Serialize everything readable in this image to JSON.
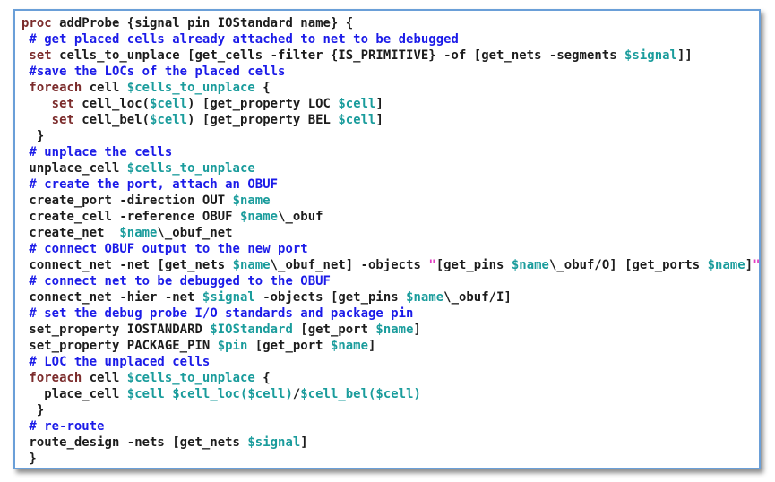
{
  "colors": {
    "keyword": "#7b2b2b",
    "comment": "#1b1be8",
    "variable": "#1a9c9c",
    "string": "#e23ec2",
    "text": "#1c1c1c",
    "border": "#6a9fd8"
  },
  "code": {
    "lines": [
      [
        {
          "t": "kw",
          "v": "proc"
        },
        {
          "t": "plain",
          "v": " addProbe {signal pin IOStandard name} {"
        }
      ],
      [
        {
          "t": "cm",
          "v": " # get placed cells already attached to net to be debugged"
        }
      ],
      [
        {
          "t": "kw",
          "v": " set"
        },
        {
          "t": "plain",
          "v": " cells_to_unplace [get_cells -filter {IS_PRIMITIVE} -of [get_nets -segments "
        },
        {
          "t": "var",
          "v": "$signal"
        },
        {
          "t": "plain",
          "v": "]]"
        }
      ],
      [
        {
          "t": "cm",
          "v": " #save the LOCs of the placed cells"
        }
      ],
      [
        {
          "t": "kw",
          "v": " foreach"
        },
        {
          "t": "plain",
          "v": " cell "
        },
        {
          "t": "var",
          "v": "$cells_to_unplace"
        },
        {
          "t": "plain",
          "v": " {"
        }
      ],
      [
        {
          "t": "kw",
          "v": "    set"
        },
        {
          "t": "plain",
          "v": " cell_loc("
        },
        {
          "t": "var",
          "v": "$cell"
        },
        {
          "t": "plain",
          "v": ") [get_property LOC "
        },
        {
          "t": "var",
          "v": "$cell"
        },
        {
          "t": "plain",
          "v": "]"
        }
      ],
      [
        {
          "t": "kw",
          "v": "    set"
        },
        {
          "t": "plain",
          "v": " cell_bel("
        },
        {
          "t": "var",
          "v": "$cell"
        },
        {
          "t": "plain",
          "v": ") [get_property BEL "
        },
        {
          "t": "var",
          "v": "$cell"
        },
        {
          "t": "plain",
          "v": "]"
        }
      ],
      [
        {
          "t": "plain",
          "v": "  }"
        }
      ],
      [
        {
          "t": "cm",
          "v": " # unplace the cells"
        }
      ],
      [
        {
          "t": "plain",
          "v": " unplace_cell "
        },
        {
          "t": "var",
          "v": "$cells_to_unplace"
        }
      ],
      [
        {
          "t": "cm",
          "v": " # create the port, attach an OBUF"
        }
      ],
      [
        {
          "t": "plain",
          "v": " create_port -direction OUT "
        },
        {
          "t": "var",
          "v": "$name"
        }
      ],
      [
        {
          "t": "plain",
          "v": " create_cell -reference OBUF "
        },
        {
          "t": "var",
          "v": "$name"
        },
        {
          "t": "plain",
          "v": "\\_obuf"
        }
      ],
      [
        {
          "t": "plain",
          "v": " create_net  "
        },
        {
          "t": "var",
          "v": "$name"
        },
        {
          "t": "plain",
          "v": "\\_obuf_net"
        }
      ],
      [
        {
          "t": "cm",
          "v": " # connect OBUF output to the new port"
        }
      ],
      [
        {
          "t": "plain",
          "v": " connect_net -net [get_nets "
        },
        {
          "t": "var",
          "v": "$name"
        },
        {
          "t": "plain",
          "v": "\\_obuf_net] -objects "
        },
        {
          "t": "str",
          "v": "\""
        },
        {
          "t": "plain",
          "v": "[get_pins "
        },
        {
          "t": "var",
          "v": "$name"
        },
        {
          "t": "plain",
          "v": "\\_obuf/O] [get_ports "
        },
        {
          "t": "var",
          "v": "$name"
        },
        {
          "t": "plain",
          "v": "]"
        },
        {
          "t": "str",
          "v": "\""
        }
      ],
      [
        {
          "t": "cm",
          "v": " # connect net to be debugged to the OBUF"
        }
      ],
      [
        {
          "t": "plain",
          "v": " connect_net -hier -net "
        },
        {
          "t": "var",
          "v": "$signal"
        },
        {
          "t": "plain",
          "v": " -objects [get_pins "
        },
        {
          "t": "var",
          "v": "$name"
        },
        {
          "t": "plain",
          "v": "\\_obuf/I]"
        }
      ],
      [
        {
          "t": "cm",
          "v": " # set the debug probe I/O standards and package pin"
        }
      ],
      [
        {
          "t": "plain",
          "v": " set_property IOSTANDARD "
        },
        {
          "t": "var",
          "v": "$IOStandard"
        },
        {
          "t": "plain",
          "v": " [get_port "
        },
        {
          "t": "var",
          "v": "$name"
        },
        {
          "t": "plain",
          "v": "]"
        }
      ],
      [
        {
          "t": "plain",
          "v": " set_property PACKAGE_PIN "
        },
        {
          "t": "var",
          "v": "$pin"
        },
        {
          "t": "plain",
          "v": " [get_port "
        },
        {
          "t": "var",
          "v": "$name"
        },
        {
          "t": "plain",
          "v": "]"
        }
      ],
      [
        {
          "t": "cm",
          "v": " # LOC the unplaced cells"
        }
      ],
      [
        {
          "t": "kw",
          "v": " foreach"
        },
        {
          "t": "plain",
          "v": " cell "
        },
        {
          "t": "var",
          "v": "$cells_to_unplace"
        },
        {
          "t": "plain",
          "v": " {"
        }
      ],
      [
        {
          "t": "plain",
          "v": "   place_cell "
        },
        {
          "t": "var",
          "v": "$cell $cell_loc($cell)"
        },
        {
          "t": "plain",
          "v": "/"
        },
        {
          "t": "var",
          "v": "$cell_bel($cell)"
        }
      ],
      [
        {
          "t": "plain",
          "v": "  }"
        }
      ],
      [
        {
          "t": "cm",
          "v": " # re-route"
        }
      ],
      [
        {
          "t": "plain",
          "v": " route_design -nets [get_nets "
        },
        {
          "t": "var",
          "v": "$signal"
        },
        {
          "t": "plain",
          "v": "]"
        }
      ],
      [
        {
          "t": "plain",
          "v": " }"
        }
      ]
    ]
  }
}
